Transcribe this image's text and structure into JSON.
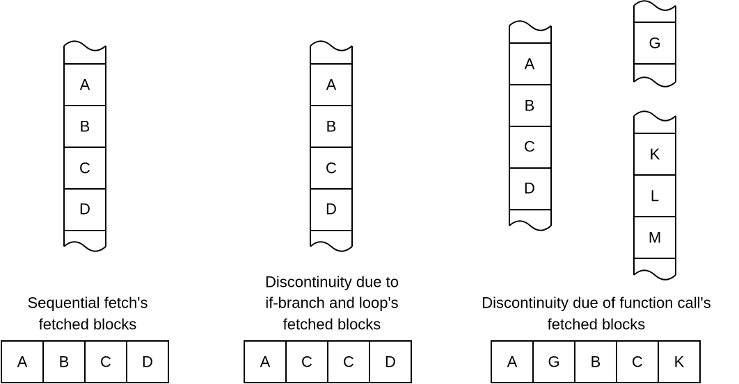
{
  "panels": [
    {
      "id": "sequential",
      "memory_blocks": [
        "A",
        "B",
        "C",
        "D"
      ],
      "caption_lines": [
        "Sequential fetch's",
        "fetched blocks"
      ],
      "fetched_blocks": [
        "A",
        "B",
        "C",
        "D"
      ]
    },
    {
      "id": "branch-loop",
      "memory_blocks": [
        "A",
        "B",
        "C",
        "D"
      ],
      "caption_lines": [
        "Discontinuity due to",
        "if-branch and loop's",
        "fetched blocks"
      ],
      "fetched_blocks": [
        "A",
        "C",
        "C",
        "D"
      ]
    },
    {
      "id": "function-call",
      "memory_blocks": [
        "A",
        "B",
        "C",
        "D"
      ],
      "callee_top_blocks": [
        "G"
      ],
      "callee_bottom_blocks": [
        "K",
        "L",
        "M"
      ],
      "caption_lines": [
        "Discontinuity due of function call's",
        "fetched blocks"
      ],
      "fetched_blocks": [
        "A",
        "G",
        "B",
        "C",
        "K"
      ]
    }
  ]
}
